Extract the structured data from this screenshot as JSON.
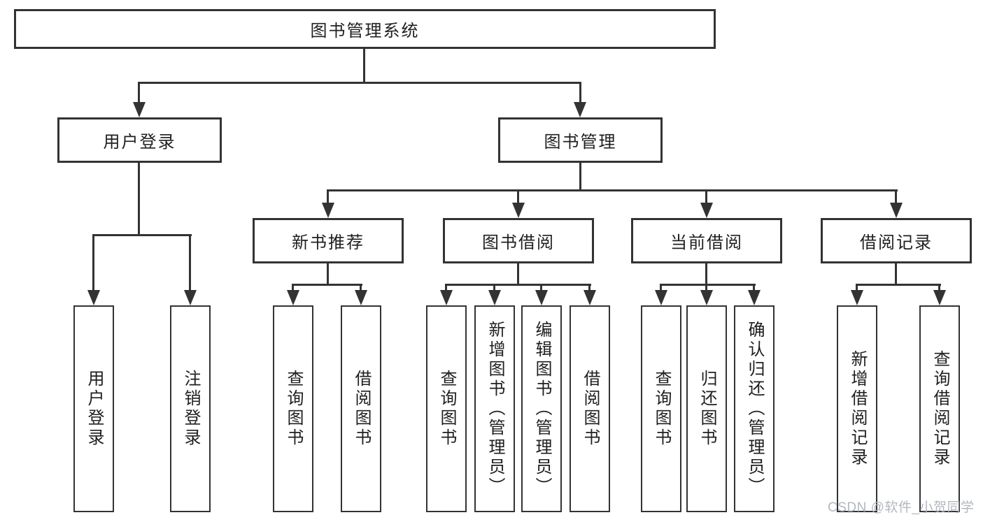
{
  "root": {
    "label": "图书管理系统"
  },
  "branches": {
    "user_login": {
      "label": "用户登录"
    },
    "book_mgmt": {
      "label": "图书管理"
    }
  },
  "modules": {
    "new_book": {
      "label": "新书推荐"
    },
    "borrow": {
      "label": "图书借阅"
    },
    "current": {
      "label": "当前借阅"
    },
    "records": {
      "label": "借阅记录"
    }
  },
  "functions": {
    "login": {
      "label": "用户登录"
    },
    "logout": {
      "label": "注销登录"
    },
    "nb_query": {
      "label": "查询图书"
    },
    "nb_borrow": {
      "label": "借阅图书"
    },
    "bw_query": {
      "label": "查询图书"
    },
    "bw_add": {
      "label": "新增图书（管理员）"
    },
    "bw_edit": {
      "label": "编辑图书（管理员）"
    },
    "bw_borrow": {
      "label": "借阅图书"
    },
    "cb_query": {
      "label": "查询图书"
    },
    "cb_return": {
      "label": "归还图书"
    },
    "cb_confirm": {
      "label": "确认归还（管理员）"
    },
    "rec_add": {
      "label": "新增借阅记录"
    },
    "rec_query": {
      "label": "查询借阅记录"
    }
  },
  "watermark": {
    "text": "CSDN @软件_小贺同学"
  },
  "colors": {
    "line": "#333333",
    "text": "#1f1f1f",
    "watermark": "#afb3bc",
    "background": "#ffffff"
  }
}
